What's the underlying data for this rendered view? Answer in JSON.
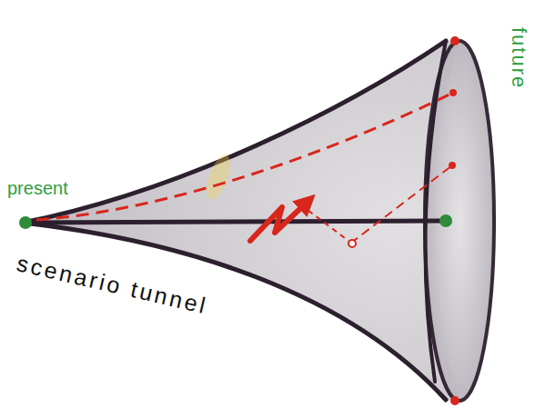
{
  "diagram": {
    "labels": [
      "present",
      "scenario tunnel",
      "future"
    ]
  }
}
